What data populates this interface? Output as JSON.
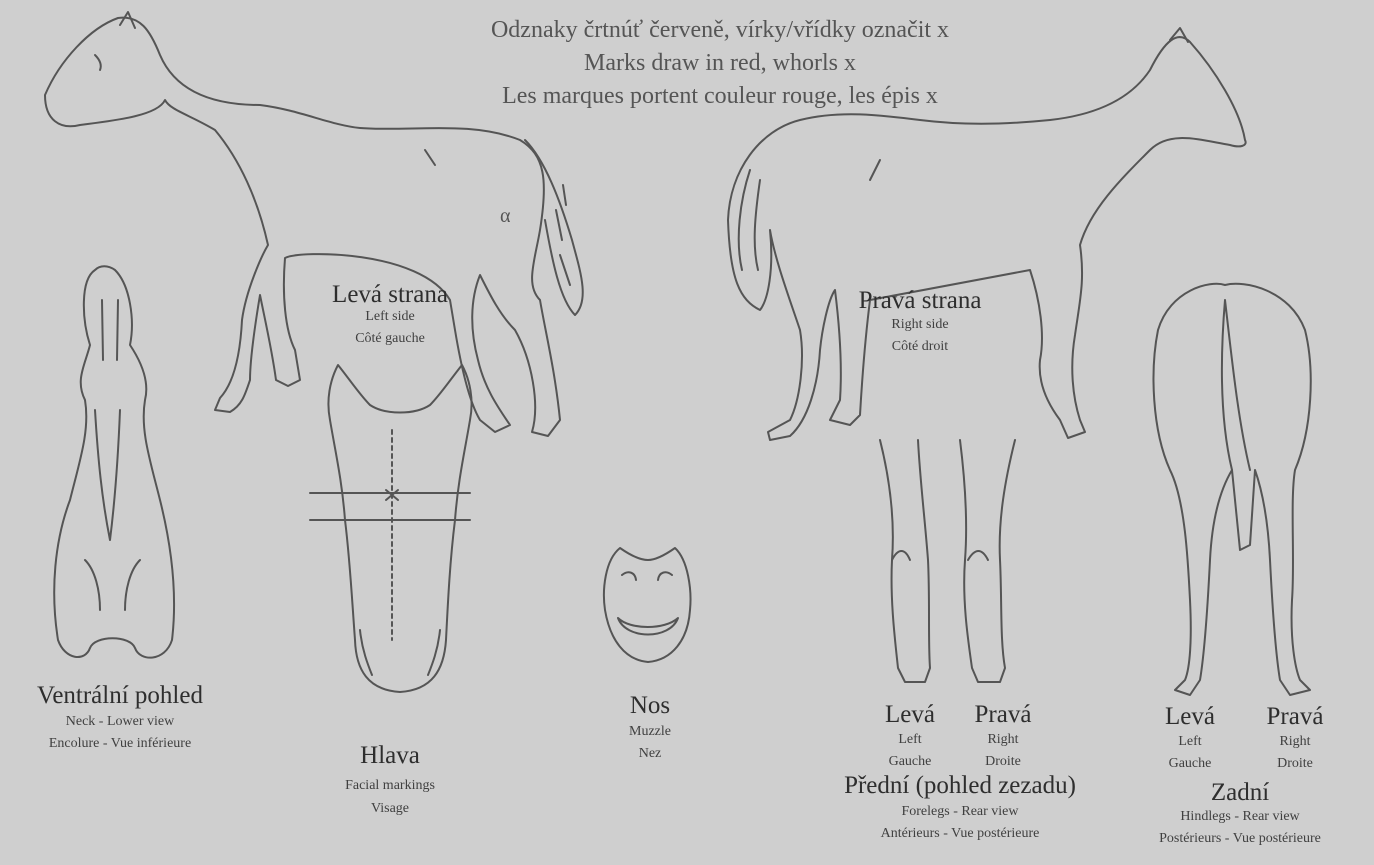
{
  "header": {
    "line1": "Odznaky črtnúť červeně, vírky/vřídky označit x",
    "line2": "Marks draw in red, whorls x",
    "line3": "Les marques portent couleur rouge, les épis x"
  },
  "left_side": {
    "cz": "Levá strana",
    "en": "Left side",
    "fr": "Côté gauche"
  },
  "right_side": {
    "cz": "Pravá strana",
    "en": "Right side",
    "fr": "Côté droit"
  },
  "neck": {
    "cz": "Ventrální pohled",
    "en": "Neck - Lower view",
    "fr": "Encolure - Vue inférieure"
  },
  "head": {
    "cz": "Hlava",
    "en": "Facial markings",
    "fr": "Visage"
  },
  "muzzle": {
    "cz": "Nos",
    "en": "Muzzle",
    "fr": "Nez"
  },
  "forelegs": {
    "left_cz": "Levá",
    "right_cz": "Pravá",
    "left_en": "Left",
    "right_en": "Right",
    "left_fr": "Gauche",
    "right_fr": "Droite",
    "cz": "Přední (pohled zezadu)",
    "en": "Forelegs - Rear view",
    "fr": "Antérieurs - Vue postérieure"
  },
  "hindlegs": {
    "left_cz": "Levá",
    "right_cz": "Pravá",
    "left_en": "Left",
    "right_en": "Right",
    "left_fr": "Gauche",
    "right_fr": "Droite",
    "cz": "Zadní",
    "en": "Hindlegs - Rear view",
    "fr": "Postérieurs - Vue postérieure"
  }
}
